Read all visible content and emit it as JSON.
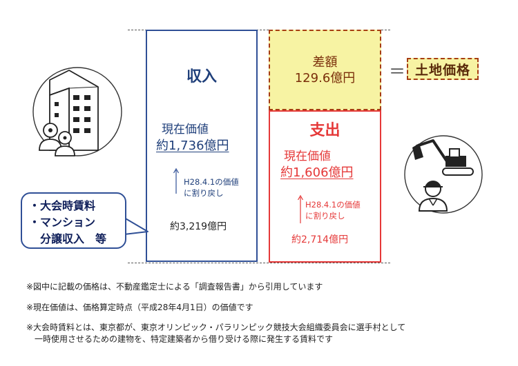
{
  "income": {
    "title": "収入",
    "present_label": "現在価値",
    "present_value": "約1,736億円",
    "arrow_note_1": "H28.4.1の価値",
    "arrow_note_2": "に割り戻し",
    "original_value": "約3,219億円"
  },
  "difference": {
    "label": "差額",
    "value": "129.6億円"
  },
  "equals": "＝",
  "land_price": "土地価格",
  "expense": {
    "title": "支出",
    "present_label": "現在価値",
    "present_value": "約1,606億円",
    "arrow_note_1": "H28.4.1の価値",
    "arrow_note_2": "に割り戻し",
    "original_value": "約2,714億円"
  },
  "callout": {
    "line1": "・大会時賃料",
    "line2": "・マンション",
    "line3": "　分譲収入　等"
  },
  "notes": [
    "※図中に記載の価格は、不動産鑑定士による「調査報告書」から引用しています",
    "※現在価値は、価格算定時点（平成28年4月1日）の価値です",
    "※大会時賃料とは、東京都が、東京オリンピック・パラリンピック競技大会組織委員会に選手村として",
    "　一時使用させるための建物を、特定建築者から借り受ける際に発生する賃料です"
  ],
  "colors": {
    "income_border": "#2f4f96",
    "expense_red": "#e53838",
    "diff_fill": "#f7f3a3",
    "diff_border": "#a63c12"
  }
}
